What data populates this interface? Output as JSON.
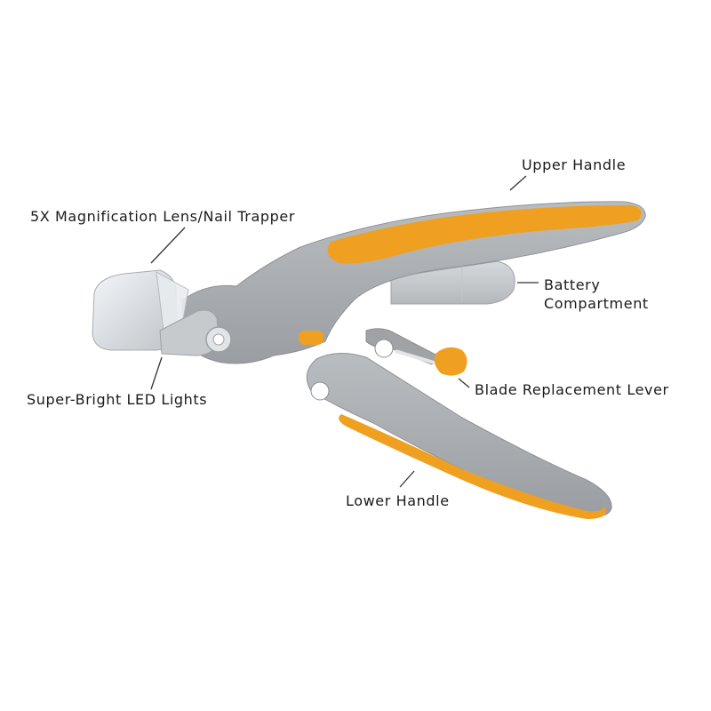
{
  "labels": {
    "upper_handle": "Upper Handle",
    "lens": "5X Magnification Lens/Nail Trapper",
    "battery": "Battery\nCompartment",
    "led": "Super-Bright LED Lights",
    "blade_lever": "Blade Replacement Lever",
    "lower_handle": "Lower Handle"
  },
  "colors": {
    "body_gray": "#a9adb0",
    "accent_orange": "#f0a020",
    "label_text": "#1a1a1a"
  }
}
